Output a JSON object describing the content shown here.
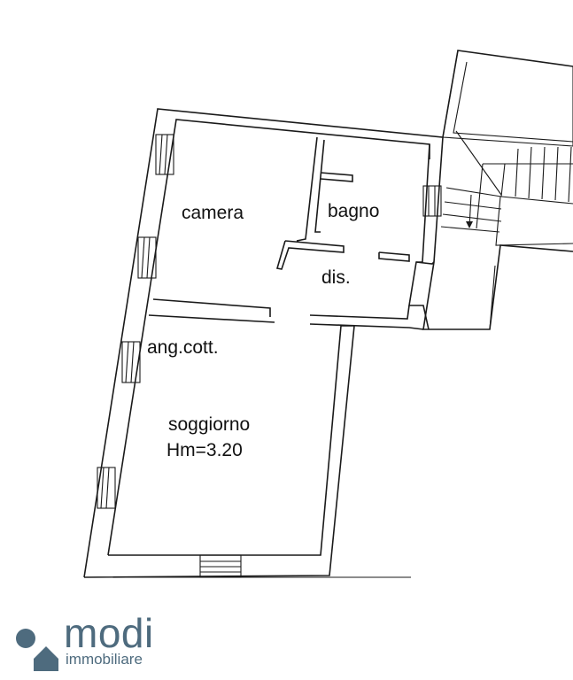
{
  "rooms": {
    "camera": "camera",
    "bagno": "bagno",
    "dis": "dis.",
    "angolo_cottura": "ang.cott.",
    "soggiorno": "soggiorno",
    "height": "Hm=3.20"
  },
  "brand": {
    "name": "modi",
    "subtitle": "immobiliare",
    "color": "#4e6b7e"
  }
}
